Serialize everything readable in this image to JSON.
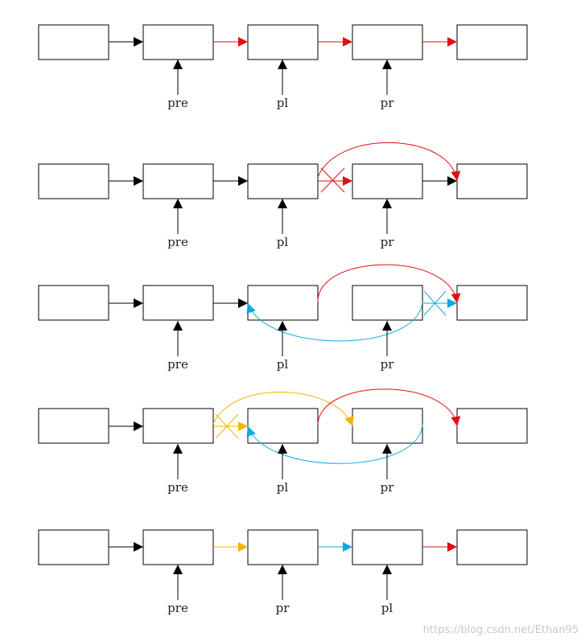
{
  "colors": {
    "black": "#000000",
    "red": "#e01010",
    "blue": "#10a8e0",
    "yellow": "#f5b400"
  },
  "rows": [
    {
      "labels": [
        "pre",
        "pl",
        "pr"
      ]
    },
    {
      "labels": [
        "pre",
        "pl",
        "pr"
      ]
    },
    {
      "labels": [
        "pre",
        "pl",
        "pr"
      ]
    },
    {
      "labels": [
        "pre",
        "pl",
        "pr"
      ]
    },
    {
      "labels": [
        "pre",
        "pr",
        "pl"
      ]
    }
  ],
  "watermark": "https://blog.csdn.net/Ethan95"
}
